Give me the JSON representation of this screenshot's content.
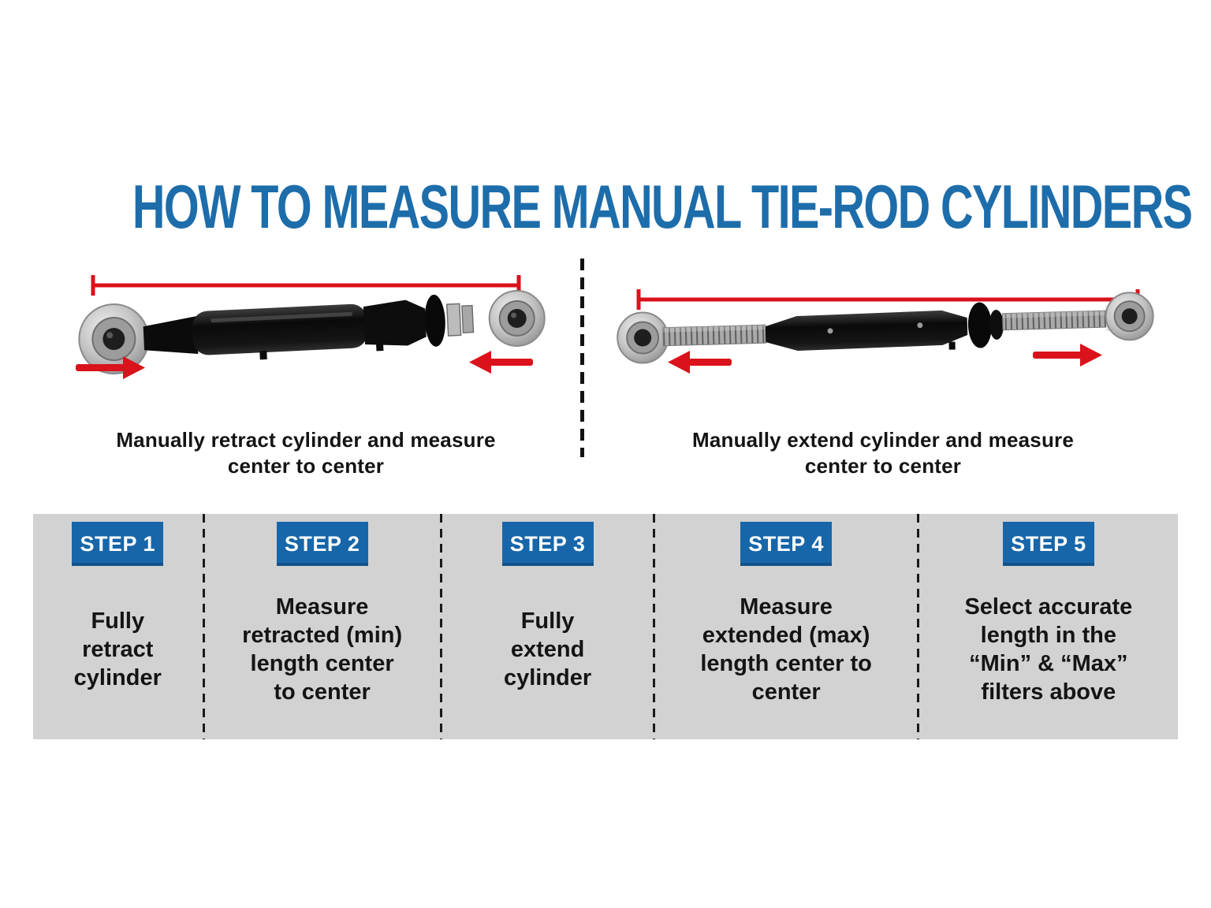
{
  "title": "HOW TO MEASURE MANUAL TIE-ROD CYLINDERS",
  "colors": {
    "title_blue": "#1d6dab",
    "badge_blue": "#1766a9",
    "arrow_red": "#d9121b",
    "steps_band_gray": "#d2d2d2",
    "text_dark": "#141414",
    "background": "#ffffff"
  },
  "icons": [
    {
      "name": "measurement-line",
      "meaning": "red center-to-center measuring line with end ticks"
    },
    {
      "name": "arrow-right-icon",
      "meaning": "red direction arrow pointing right"
    },
    {
      "name": "arrow-left-icon",
      "meaning": "red direction arrow pointing left"
    }
  ],
  "diagrams": [
    {
      "name": "retracted",
      "caption": "Manually retract cylinder and measure\ncenter to center"
    },
    {
      "name": "extended",
      "caption": "Manually extend cylinder and measure\ncenter to center"
    }
  ],
  "steps": [
    {
      "badge": "STEP 1",
      "text": "Fully\nretract\ncylinder"
    },
    {
      "badge": "STEP 2",
      "text": "Measure\nretracted (min)\nlength center\nto center"
    },
    {
      "badge": "STEP 3",
      "text": "Fully\nextend\ncylinder"
    },
    {
      "badge": "STEP 4",
      "text": "Measure\nextended (max)\nlength center to\ncenter"
    },
    {
      "badge": "STEP 5",
      "text": "Select accurate\nlength in the\n“Min” & “Max”\nfilters above"
    }
  ]
}
